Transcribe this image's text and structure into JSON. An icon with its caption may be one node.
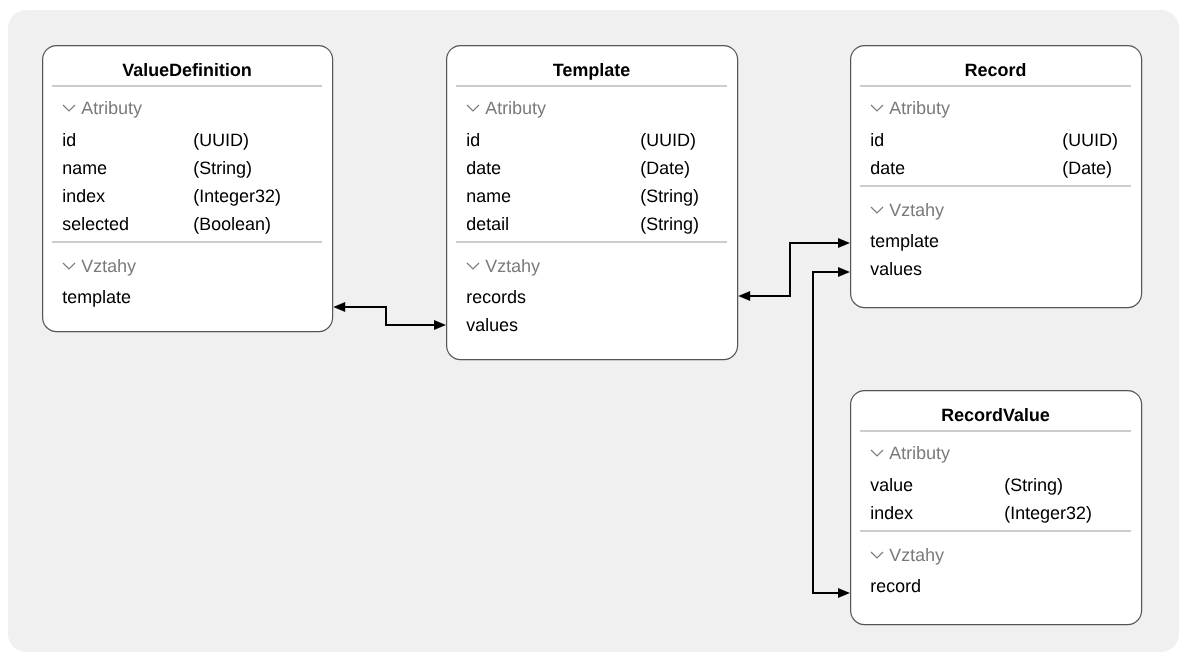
{
  "diagram": {
    "nodes": [
      {
        "text": [
          "ValueDefinition",
          "Atributy",
          "id",
          "(UUID)",
          "name",
          "(String)",
          "index",
          "(Integer32)",
          "selected",
          "(Boolean)",
          "Vztahy",
          "template"
        ]
      },
      {
        "text": [
          "Template",
          "Atributy",
          "id",
          "(UUID)",
          "date",
          "(Date)",
          "name",
          "(String)",
          "detail",
          "(String)",
          "Vztahy",
          "records",
          "values"
        ]
      },
      {
        "text": [
          "Record",
          "Atributy",
          "id",
          "(UUID)",
          "date",
          "(Date)",
          "Vztahy",
          "template",
          "values"
        ]
      },
      {
        "text": [
          "RecordValue",
          "Atributy",
          "value",
          "(String)",
          "index",
          "(Integer32)",
          "Vztahy",
          "record"
        ]
      }
    ],
    "edges": [
      {
        "from": 0,
        "to": 1,
        "arrow": "both"
      },
      {
        "from": 1,
        "to": 2,
        "arrow": "both"
      },
      {
        "from": 2,
        "to": 3,
        "arrow": "both"
      }
    ]
  }
}
